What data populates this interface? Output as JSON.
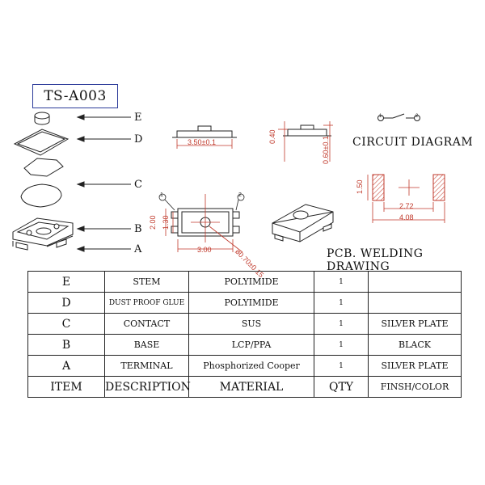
{
  "title": "TS-A003",
  "part_labels": [
    "E",
    "D",
    "C",
    "B",
    "A"
  ],
  "dims": {
    "side_width": "3.50±0.1",
    "side_h1": "0.40",
    "side_h2": "0.60±0.1",
    "pcb_h": "1.50",
    "pcb_gap": "2.72",
    "pcb_total": "4.08",
    "top_h1": "2.00",
    "top_h2": "1.30",
    "top_w": "3.00",
    "top_dia": "ø0.70±0.15"
  },
  "pins": [
    "1",
    "2"
  ],
  "headings": {
    "circuit": "CIRCUIT DIAGRAM",
    "pcb": "PCB. WELDING DRAWING"
  },
  "table": {
    "header": {
      "item": "ITEM",
      "description": "DESCRIPTION",
      "material": "MATERIAL",
      "qty": "QTY",
      "finish": "FINSH/COLOR"
    },
    "rows": [
      {
        "item": "E",
        "description": "STEM",
        "material": "POLYIMIDE",
        "qty": "1",
        "finish": ""
      },
      {
        "item": "D",
        "description": "DUST PROOF GLUE",
        "material": "POLYIMIDE",
        "qty": "1",
        "finish": ""
      },
      {
        "item": "C",
        "description": "CONTACT",
        "material": "SUS",
        "qty": "1",
        "finish": "SILVER PLATE"
      },
      {
        "item": "B",
        "description": "BASE",
        "material": "LCP/PPA",
        "qty": "1",
        "finish": "BLACK"
      },
      {
        "item": "A",
        "description": "TERMINAL",
        "material": "Phosphorized Cooper",
        "qty": "1",
        "finish": "SILVER PLATE"
      }
    ]
  },
  "colors": {
    "dimension": "#c0392b",
    "title_border": "#2b3a99",
    "hatch": "#c0392b"
  }
}
